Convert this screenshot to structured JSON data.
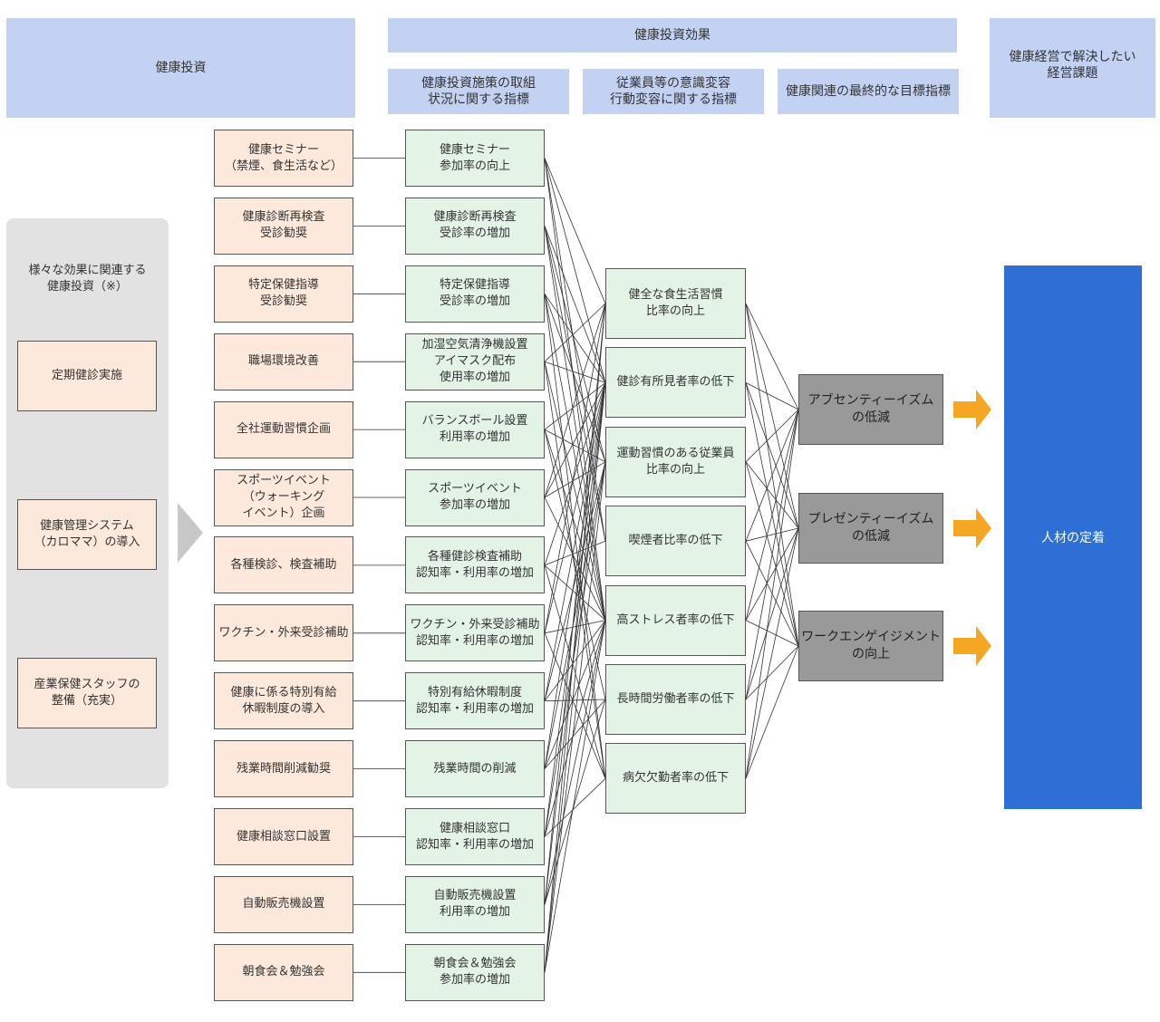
{
  "headers": {
    "investment": "健康投資",
    "effects": "健康投資効果",
    "effect_cols": [
      "健康投資施策の取組\n状況に関する指標",
      "従業員等の意識変容\n行動変容に関する指標",
      "健康関連の最終的な目標指標"
    ],
    "issues": "健康経営で解決したい\n経営課題"
  },
  "side_panel": {
    "title": "様々な効果に関連する\n健康投資（※）",
    "items": [
      "定期健診実施",
      "健康管理システム\n（カロママ）の導入",
      "産業保健スタッフの\n整備（充実）"
    ]
  },
  "investments": [
    "健康セミナー\n（禁煙、食生活など）",
    "健康診断再検査\n受診勧奨",
    "特定保健指導\n受診勧奨",
    "職場環境改善",
    "全社運動習慣企画",
    "スポーツイベント\n（ウォーキング\nイベント）企画",
    "各種検診、検査補助",
    "ワクチン・外来受診補助",
    "健康に係る特別有給\n休暇制度の導入",
    "残業時間削減勧奨",
    "健康相談窓口設置",
    "自動販売機設置",
    "朝食会＆勉強会"
  ],
  "indicators": [
    "健康セミナー\n参加率の向上",
    "健康診断再検査\n受診率の増加",
    "特定保健指導\n受診率の増加",
    "加湿空気清浄機設置\nアイマスク配布\n使用率の増加",
    "バランスボール設置\n利用率の増加",
    "スポーツイベント\n参加率の増加",
    "各種健診検査補助\n認知率・利用率の増加",
    "ワクチン・外来受診補助\n認知率・利用率の増加",
    "特別有給休暇制度\n認知率・利用率の増加",
    "残業時間の削減",
    "健康相談窓口\n認知率・利用率の増加",
    "自動販売機設置\n利用率の増加",
    "朝食会＆勉強会\n参加率の増加"
  ],
  "behaviors": [
    "健全な食生活習慣\n比率の向上",
    "健診有所見者率の低下",
    "運動習慣のある従業員\n比率の向上",
    "喫煙者比率の低下",
    "高ストレス者率の低下",
    "長時間労働者率の低下",
    "病欠欠勤者率の低下"
  ],
  "goals": [
    "アブセンティーイズム\nの低減",
    "プレゼンティーイズム\nの低減",
    "ワークエンゲイジメント\nの向上"
  ],
  "final_goal": "人材の定着",
  "colors": {
    "header": "#c3d1f2",
    "investment_box": "#fde8dc",
    "indicator_box": "#e3f3e6",
    "goal_box": "#999999",
    "final_box": "#2d6fd4",
    "arrow": "#f5a623",
    "side_panel": "#e2e2e2"
  },
  "connections": {
    "indicator_to_behavior": [
      [
        0,
        1,
        3,
        4
      ],
      [
        1,
        2,
        3,
        4
      ],
      [
        1,
        2,
        4,
        6
      ],
      [
        0,
        1,
        4,
        6
      ],
      [
        1,
        2,
        4,
        5
      ],
      [
        0,
        1,
        2,
        4
      ],
      [
        1,
        3,
        4,
        6
      ],
      [
        0,
        1,
        4,
        6
      ],
      [
        1,
        2,
        4,
        5
      ],
      [
        1,
        2,
        4,
        5
      ],
      [
        1,
        2,
        4,
        6
      ],
      [
        0,
        1,
        4,
        5
      ],
      [
        0,
        1,
        2,
        4
      ]
    ],
    "behavior_to_goal": [
      [
        0,
        1,
        2
      ],
      [
        0,
        1,
        2
      ],
      [
        0,
        1,
        2
      ],
      [
        0,
        1,
        2
      ],
      [
        0,
        1,
        2
      ],
      [
        0,
        1,
        2
      ],
      [
        0,
        1,
        2
      ]
    ]
  }
}
